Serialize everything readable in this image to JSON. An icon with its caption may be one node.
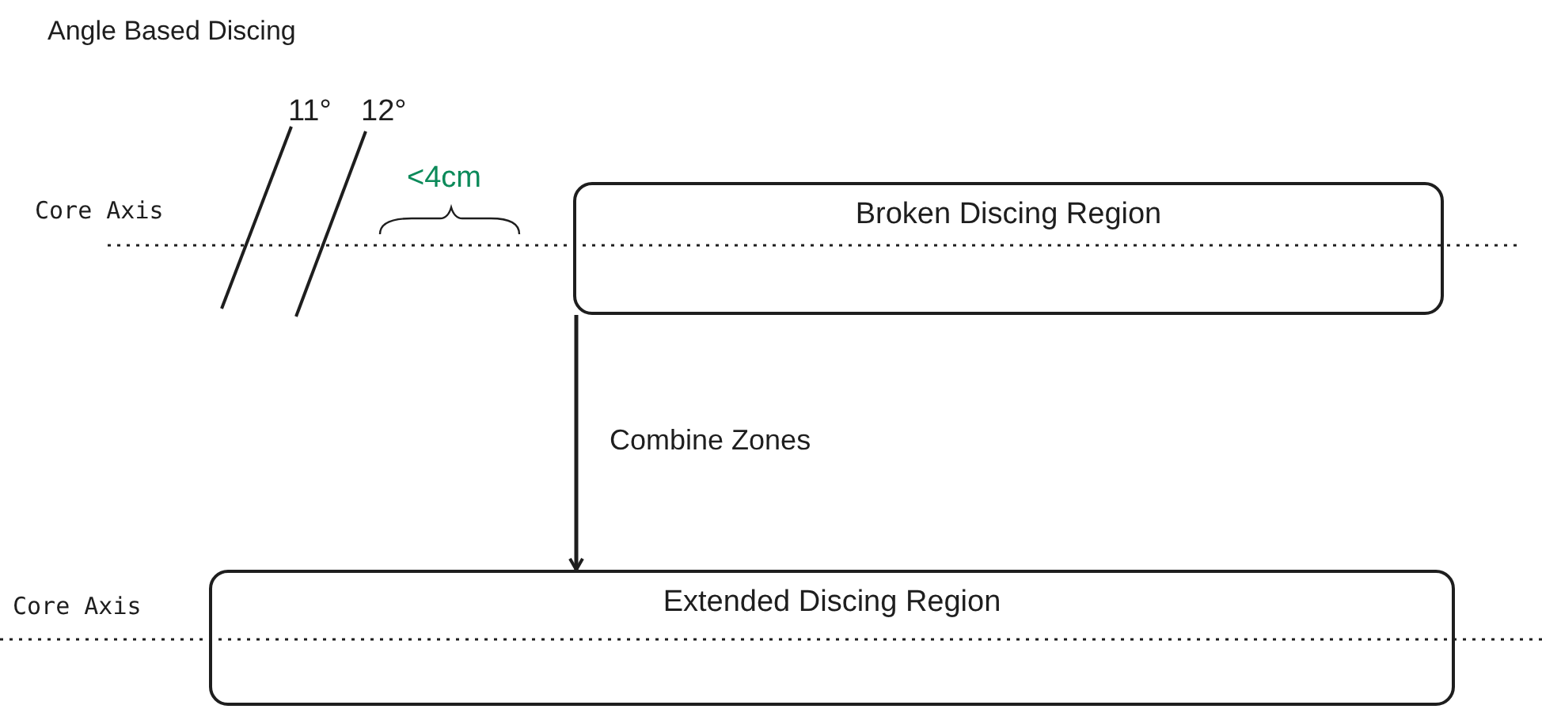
{
  "diagram": {
    "title": "Angle Based Discing",
    "nodes": [
      {
        "text": [
          "Broken Discing Region"
        ]
      },
      {
        "text": [
          "Extended Discing Region"
        ]
      }
    ],
    "edges": [
      {
        "from": 0,
        "to": 1,
        "arrow": "to",
        "label": "Combine Zones"
      }
    ],
    "labels": [
      "11°",
      "12°",
      "<4cm",
      "Core Axis",
      "Core Axis"
    ]
  }
}
